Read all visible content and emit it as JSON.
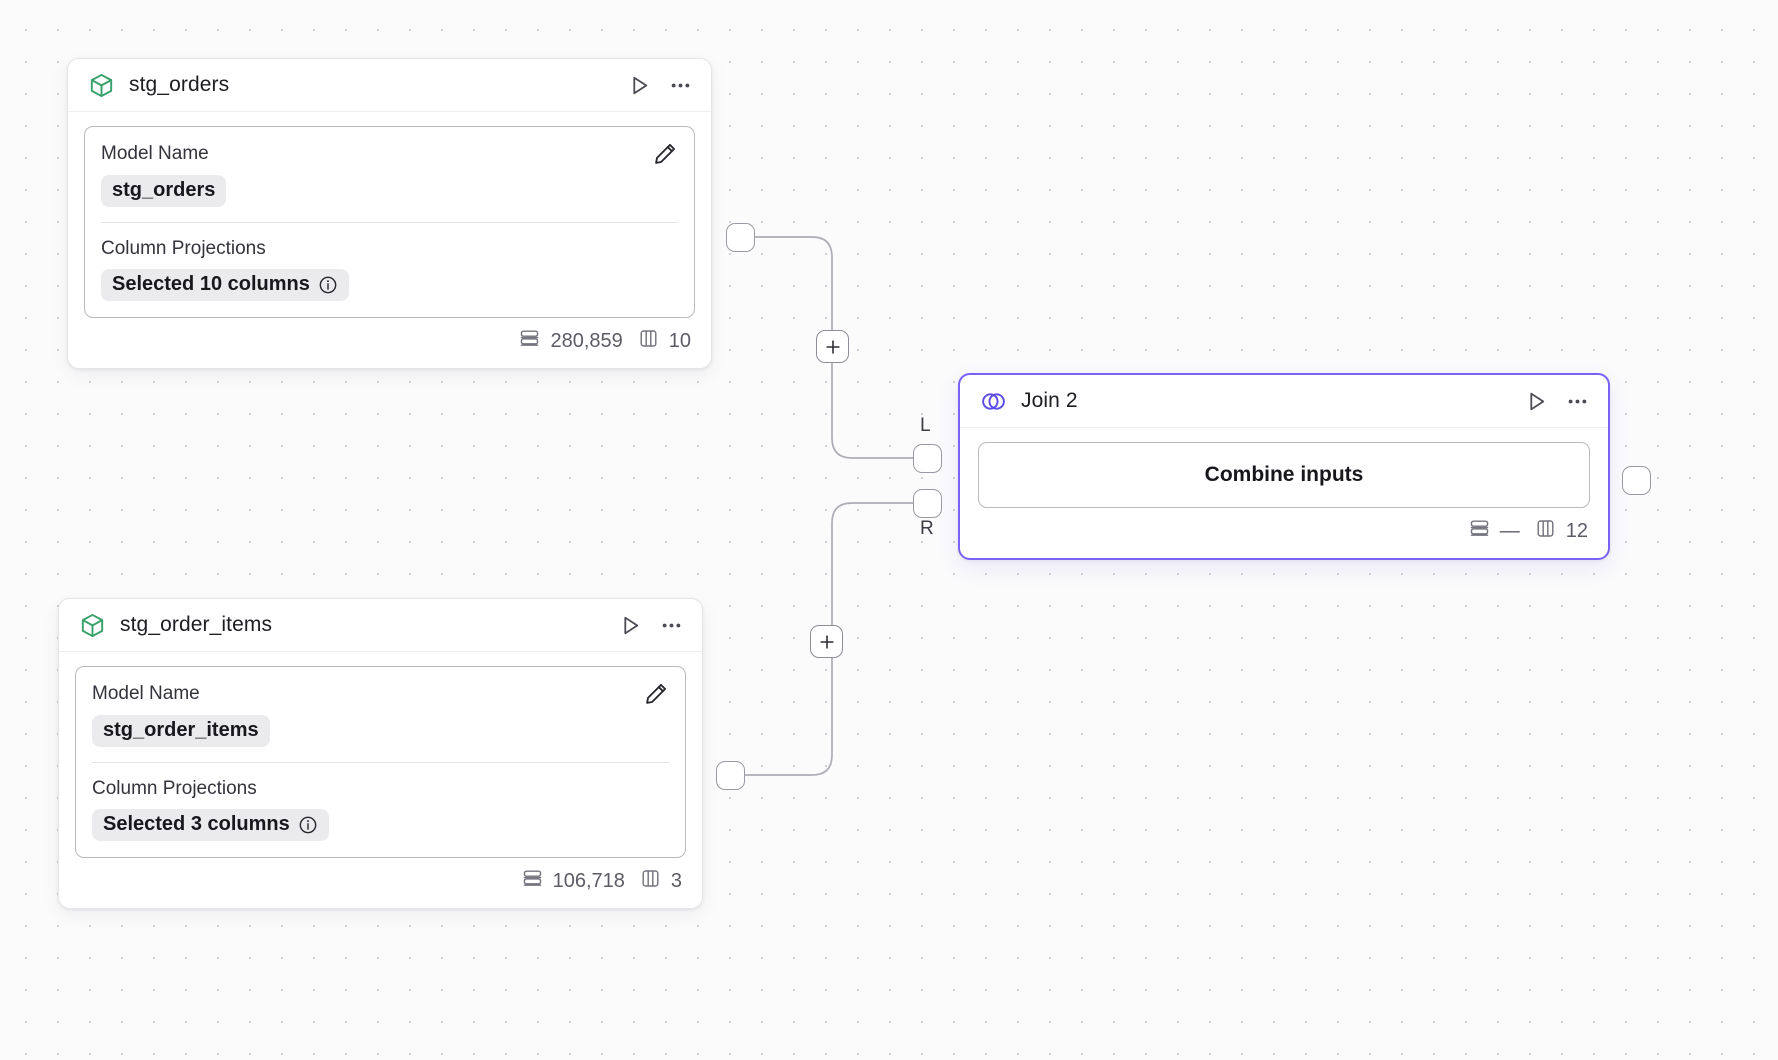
{
  "canvas": {
    "background_color": "#fbfbfc",
    "grid_dot_color": "#cfcfd4",
    "accent_color": "#7b61f8",
    "model_icon_color": "#38a169"
  },
  "nodes": [
    {
      "id": "stg_orders",
      "type": "model",
      "icon": "cube-icon",
      "title": "stg_orders",
      "run_label": "Run",
      "menu_label": "More options",
      "fields": {
        "model_name_label": "Model Name",
        "model_name_value": "stg_orders",
        "column_projections_label": "Column Projections",
        "column_projections_value": "Selected 10 columns"
      },
      "stats": {
        "rows": "280,859",
        "columns": "10"
      }
    },
    {
      "id": "stg_order_items",
      "type": "model",
      "icon": "cube-icon",
      "title": "stg_order_items",
      "run_label": "Run",
      "menu_label": "More options",
      "fields": {
        "model_name_label": "Model Name",
        "model_name_value": "stg_order_items",
        "column_projections_label": "Column Projections",
        "column_projections_value": "Selected 3 columns"
      },
      "stats": {
        "rows": "106,718",
        "columns": "3"
      }
    },
    {
      "id": "join_2",
      "type": "join",
      "icon": "venn-join-icon",
      "title": "Join 2",
      "selected": true,
      "run_label": "Run",
      "menu_label": "More options",
      "body_button": "Combine inputs",
      "input_handles": [
        {
          "key": "L",
          "label": "L"
        },
        {
          "key": "R",
          "label": "R"
        }
      ],
      "stats": {
        "rows": "—",
        "columns": "12"
      }
    }
  ],
  "edges": [
    {
      "from": "stg_orders",
      "to": "join_2",
      "to_port": "L",
      "add_button_label": "+"
    },
    {
      "from": "stg_order_items",
      "to": "join_2",
      "to_port": "R",
      "add_button_label": "+"
    }
  ]
}
